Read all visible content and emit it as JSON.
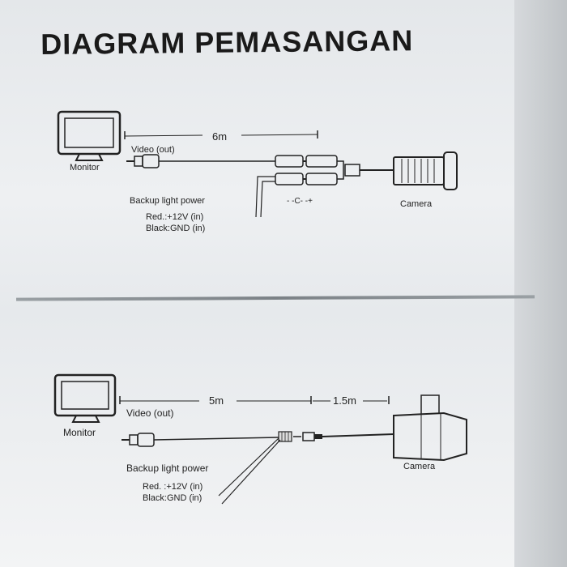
{
  "title": "DIAGRAM PEMASANGAN",
  "diagram1": {
    "monitor_label": "Monitor",
    "length_label": "6m",
    "video_label": "Video (out)",
    "camera_label": "Camera",
    "power_label": "Backup light power",
    "red_label": "Red.:+12V (in)",
    "black_label": "Black:GND (in)",
    "polarity_label": "- -C- -+"
  },
  "diagram2": {
    "monitor_label": "Monitor",
    "length_label": "5m",
    "length2_label": "1.5m",
    "video_label": "Video (out)",
    "camera_label": "Camera",
    "power_label": "Backup light power",
    "red_label": "Red. :+12V (in)",
    "black_label": "Black:GND (in)"
  }
}
